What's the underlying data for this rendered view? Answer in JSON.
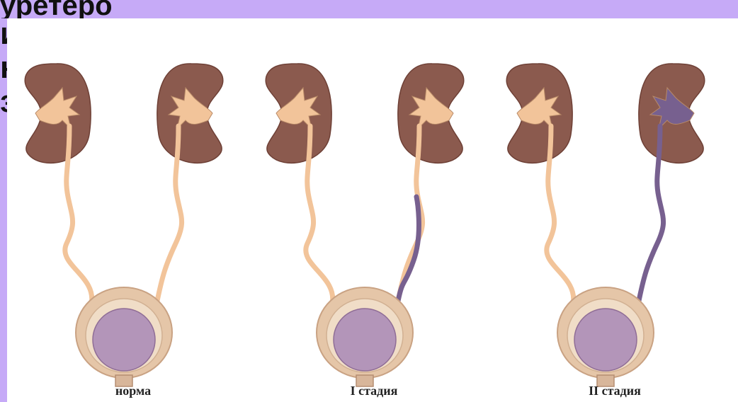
{
  "header": {
    "title_fragment": "уретеро",
    "left_letters": [
      "и",
      "н",
      "з"
    ]
  },
  "diagram": {
    "panels": [
      {
        "label": "норма",
        "left_reflux": "none",
        "right_reflux": "none"
      },
      {
        "label": "I стадия",
        "left_reflux": "none",
        "right_reflux": "lower_ureter"
      },
      {
        "label": "II стадия",
        "left_reflux": "none",
        "right_reflux": "ureter_and_pelvis"
      }
    ],
    "colors": {
      "kidney": "#8b5a4e",
      "urine_normal": "#f2c49a",
      "reflux": "#77608f",
      "bladder_wall": "#e5c6a8",
      "bladder_interior": "#b395b9",
      "background": "#c6aaf7"
    }
  }
}
